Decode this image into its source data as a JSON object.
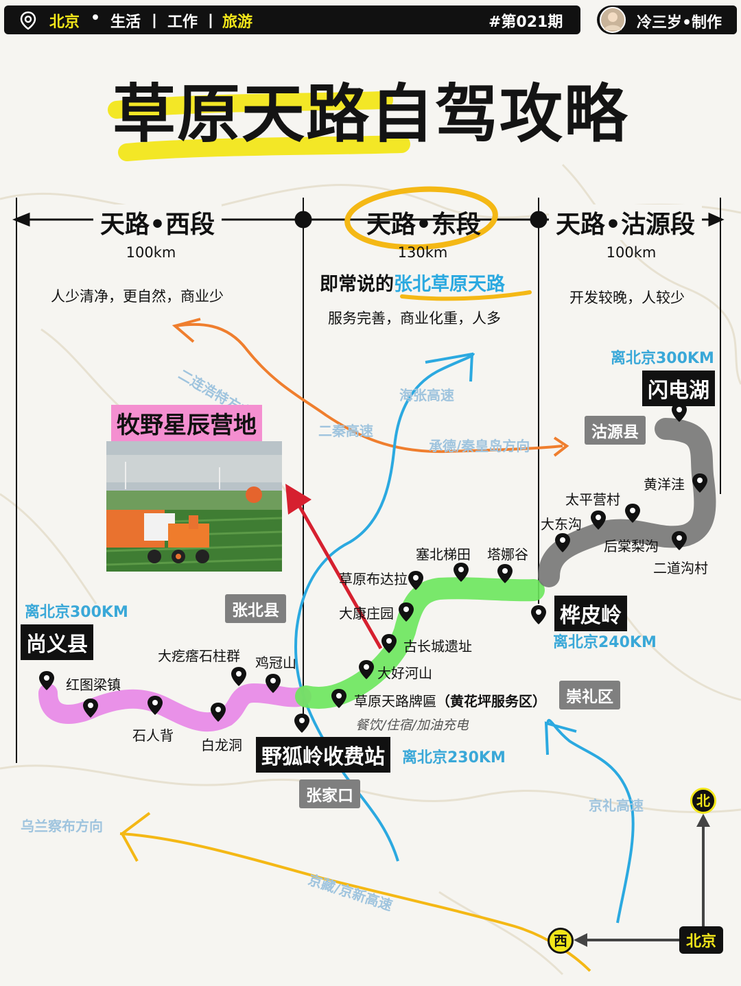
{
  "header": {
    "location_city": "北京",
    "dot": "•",
    "tab_life": "生活",
    "sep1": "丨",
    "tab_work": "工作",
    "sep2": "丨",
    "tab_travel": "旅游",
    "issue": "#第021期",
    "author": "冷三岁•制作"
  },
  "title": "草原天路自驾攻略",
  "segments": [
    {
      "name": "天路•西段",
      "distance": "100km",
      "desc": "人少清净，更自然，商业少"
    },
    {
      "name": "天路•东段",
      "distance": "130km",
      "subtitle_prefix": "即常说的",
      "subtitle_highlight": "张北草原天路",
      "desc": "服务完善，商业化重，人多"
    },
    {
      "name": "天路•沽源段",
      "distance": "100km",
      "desc": "开发较晚，人较少"
    }
  ],
  "highways": {
    "erlian": "二连浩特方向",
    "erqin": "二秦高速",
    "haizhang": "海张高速",
    "chengde": "承德/秦皇岛方向",
    "jingli": "京礼高速",
    "jingzang": "京藏/京新高速",
    "wulanchabu": "乌兰察布方向"
  },
  "campsite": {
    "name": "牧野星辰营地"
  },
  "labels": {
    "shandian_dist": "离北京300KM",
    "shandian": "闪电湖",
    "guyuan": "沽源县",
    "huaipi": "桦皮岭",
    "huaipi_dist": "离北京240KM",
    "shangyi_dist": "离北京300KM",
    "shangyi": "尚义县",
    "zhangbei": "张北县",
    "chongli": "崇礼区",
    "yehuling": "野狐岭收费站",
    "yehuling_dist": "离北京230KM",
    "zhangjiakou": "张家口",
    "service": "餐饮/住宿/加油充电"
  },
  "places": {
    "huangyangwa": "黄洋洼",
    "taipingying": "太平营村",
    "dadonggou": "大东沟",
    "houtangligou": "后棠梨沟",
    "erdaogou": "二道沟村",
    "saibeititian": "塞北梯田",
    "tanagu": "塔娜谷",
    "budala": "草原布达拉",
    "dakangzhuang": "大康庄园",
    "guchangcheng": "古长城遗址",
    "dahaohe": "大好河山",
    "paibian": "草原天路牌匾",
    "paibian_note": "（黄花坪服务区）",
    "dashishi": "大疙瘩石柱群",
    "jiguan": "鸡冠山",
    "hongtuliang": "红图梁镇",
    "shirenbei": "石人背",
    "bailongdong": "白龙洞"
  },
  "compass": {
    "north": "北",
    "west": "西",
    "beijing": "北京"
  },
  "colors": {
    "yellow_highlight": "#f2e61a",
    "highway_blue": "#2ba9e0",
    "orange_route": "#ef7e2e",
    "east_green": "#6be75c",
    "west_pink": "#e67fe6",
    "guyuan_gray": "#6f6f6f",
    "arrow_red": "#d6202f",
    "campsite_pink": "#f48fd0"
  }
}
